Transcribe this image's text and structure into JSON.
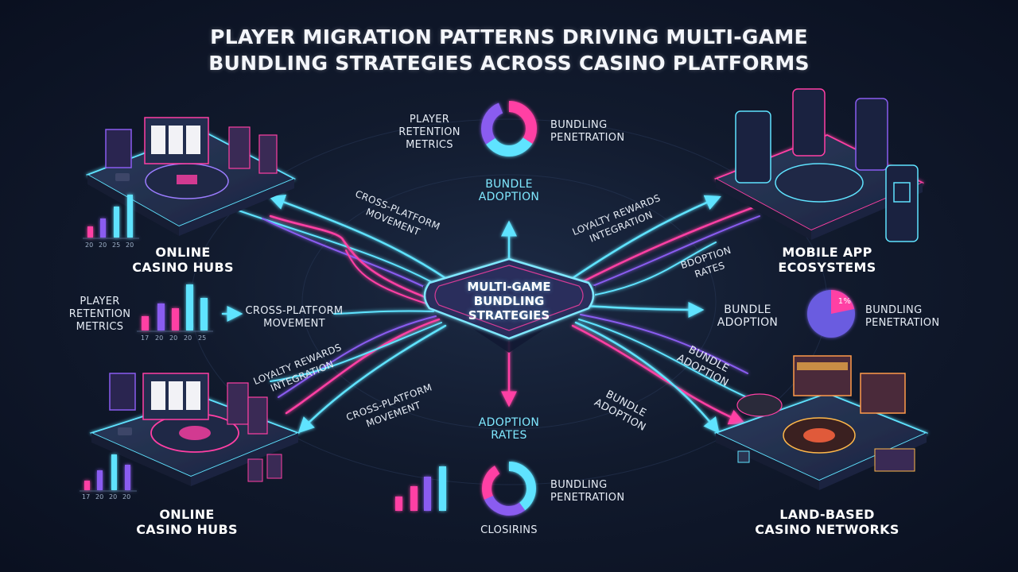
{
  "title": {
    "line1": "PLAYER MIGRATION PATTERNS DRIVING MULTI-GAME",
    "line2": "BUNDLING STRATEGIES ACROSS CASINO PLATFORMS"
  },
  "center": {
    "line1": "MULTI-GAME",
    "line2": "BUNDLING",
    "line3": "STRATEGIES"
  },
  "nodes": {
    "top_left": {
      "line1": "ONLINE",
      "line2": "CASINO HUBS"
    },
    "bottom_left": {
      "line1": "ONLINE",
      "line2": "CASINO HUBS"
    },
    "top_right": {
      "line1": "MOBILE APP",
      "line2": "ECOSYSTEMS"
    },
    "bottom_right": {
      "line1": "LAND-BASED",
      "line2": "CASINO NETWORKS"
    }
  },
  "labels": {
    "top_retention": {
      "line1": "PLAYER",
      "line2": "RETENTION",
      "line3": "METRICS"
    },
    "top_bundling": {
      "line1": "BUNDLING",
      "line2": "PENETRATION"
    },
    "bundle_adoption_top": {
      "line1": "BUNDLE",
      "line2": "ADOPTION"
    },
    "cross_platform_tl": {
      "line1": "CROSS-PLATFORM",
      "line2": "MOVEMENT"
    },
    "loyalty_tr": {
      "line1": "LOYALTY REWARDS",
      "line2": "INTEGRATION"
    },
    "adoption_rates_r": {
      "line1": "BDOPTION",
      "line2": "RATES"
    },
    "left_retention": {
      "line1": "PLAYER",
      "line2": "RETENTION",
      "line3": "METRICS"
    },
    "cross_platform_l": {
      "line1": "CROSS-PLATFORM",
      "line2": "MOVEMENT"
    },
    "bundle_adoption_r": {
      "line1": "BUNDLE",
      "line2": "ADOPTION"
    },
    "right_bundling": {
      "line1": "BUNDLING",
      "line2": "PENETRATION"
    },
    "loyalty_bl": {
      "line1": "LOYALTY REWARDS",
      "line2": "INTEGRATION"
    },
    "bundle_adoption_br1": {
      "line1": "BUNDLE",
      "line2": "ADOPTION"
    },
    "cross_platform_bl": {
      "line1": "CROSS-PLATFORM",
      "line2": "MOVEMENT"
    },
    "bundle_adoption_br2": {
      "line1": "BUNDLE",
      "line2": "ADOPTION"
    },
    "adoption_rates_bottom": {
      "line1": "ADOPTION",
      "line2": "RATES"
    },
    "bottom_bundling": {
      "line1": "BUNDLING",
      "line2": "PENETRATION"
    },
    "closing": "CLOSIRINS",
    "pie_label": "1%"
  },
  "ticks": {
    "top_left": [
      "20",
      "20",
      "25",
      "20"
    ],
    "middle_left": [
      "17",
      "20",
      "20",
      "20",
      "25"
    ],
    "bottom_left": [
      "17",
      "20",
      "20",
      "20"
    ]
  },
  "colors": {
    "cyan": "#5fe3ff",
    "magenta": "#ff3fa4",
    "purple": "#8a5cf0",
    "background": "#111a2d"
  }
}
